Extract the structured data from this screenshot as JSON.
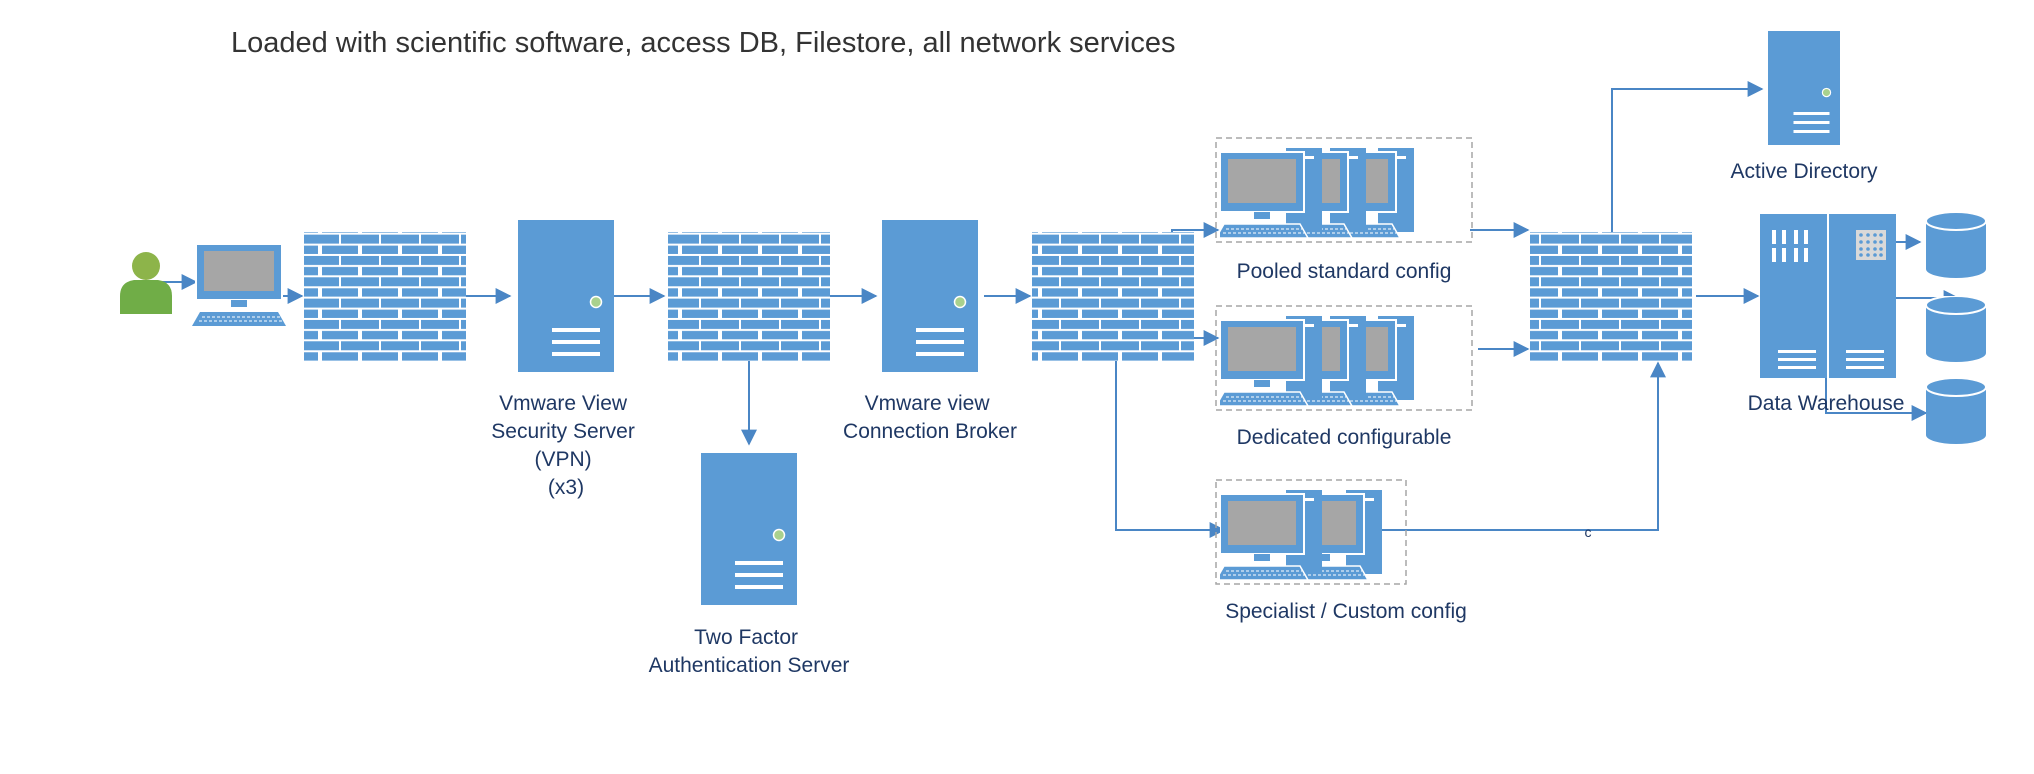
{
  "title": "Loaded with scientific software, access DB, Filestore, all network services",
  "labels": {
    "security_server": [
      "Vmware View",
      "Security Server",
      "(VPN)",
      "(x3)"
    ],
    "two_factor": [
      "Two Factor",
      "Authentication Server"
    ],
    "connection_broker": [
      "Vmware view",
      "Connection Broker"
    ],
    "pooled": "Pooled standard config",
    "dedicated": "Dedicated configurable",
    "specialist": "Specialist / Custom config",
    "active_directory": "Active Directory",
    "data_warehouse": "Data Warehouse",
    "connector_c": "c"
  },
  "colors": {
    "primary": "#5b9bd5",
    "line": "#4a86c5",
    "firewall_mortar": "#ffffff",
    "screen": "#a6a6a6",
    "led": "#a9d18e",
    "user_body": "#70ad47",
    "user_head": "#8db44a",
    "text": "#1f3864"
  }
}
